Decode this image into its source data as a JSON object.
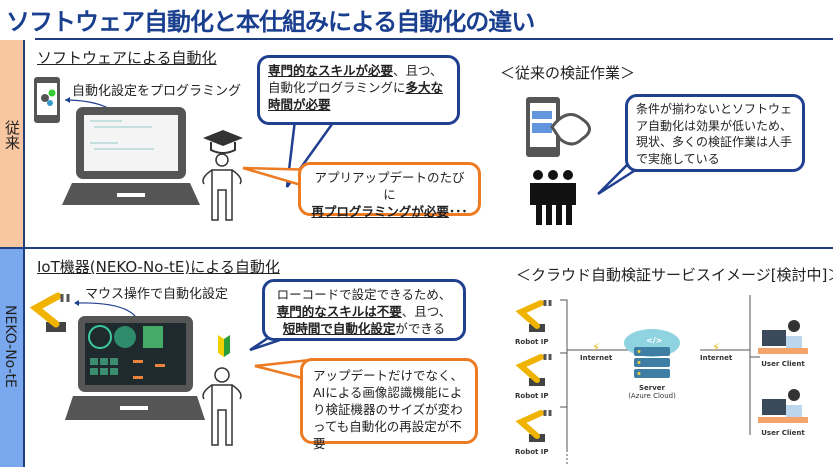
{
  "title": "ソフトウェア自動化と本仕組みによる自動化の違い",
  "rows": {
    "old_label": "従来",
    "new_label": "NEKO-No-tE"
  },
  "old": {
    "section_title": "ソフトウェアによる自動化",
    "caption": "自動化設定をプログラミング",
    "bubble1": {
      "b1": "専門的なスキルが必要",
      "t1": "、且つ、",
      "t2": "自動化プログラミングに",
      "b2": "多大な",
      "b3": "時間が必要"
    },
    "bubble2": {
      "t1": "アプリアップデートのたびに",
      "b1": "再プログラミングが必要",
      "t2": "･･･"
    },
    "right_title": "＜従来の検証作業＞",
    "bubble3": "条件が揃わないとソフトウェア自動化は効果が低いため、現状、多くの検証作業は人手で実施している"
  },
  "new": {
    "section_title": "IoT機器(NEKO-No-tE)による自動化",
    "caption": "マウス操作で自動化設定",
    "bubble1": {
      "t1": "ローコードで設定できるため、",
      "b1": "専門的なスキルは不要",
      "t2": "、且つ、",
      "b2": "短時間で自動化設定",
      "t3": "ができる"
    },
    "bubble2": "アップデートだけでなく、AIによる画像認識機能により検証機器のサイズが変わっても自動化の再設定が不要",
    "right_title": "＜クラウド自動検証サービスイメージ[検討中]＞",
    "diagram": {
      "robot_label": "Robot IP",
      "internet_label": "Internet",
      "server_label": "Server",
      "server_sub": "(Azure Cloud)",
      "client_label": "User Client"
    }
  },
  "colors": {
    "title": "#1a3f8f",
    "old_band": "#f8c6a0",
    "new_band": "#79a8ef",
    "blue_border": "#1f3f8f",
    "orange_border": "#ee7a22"
  }
}
